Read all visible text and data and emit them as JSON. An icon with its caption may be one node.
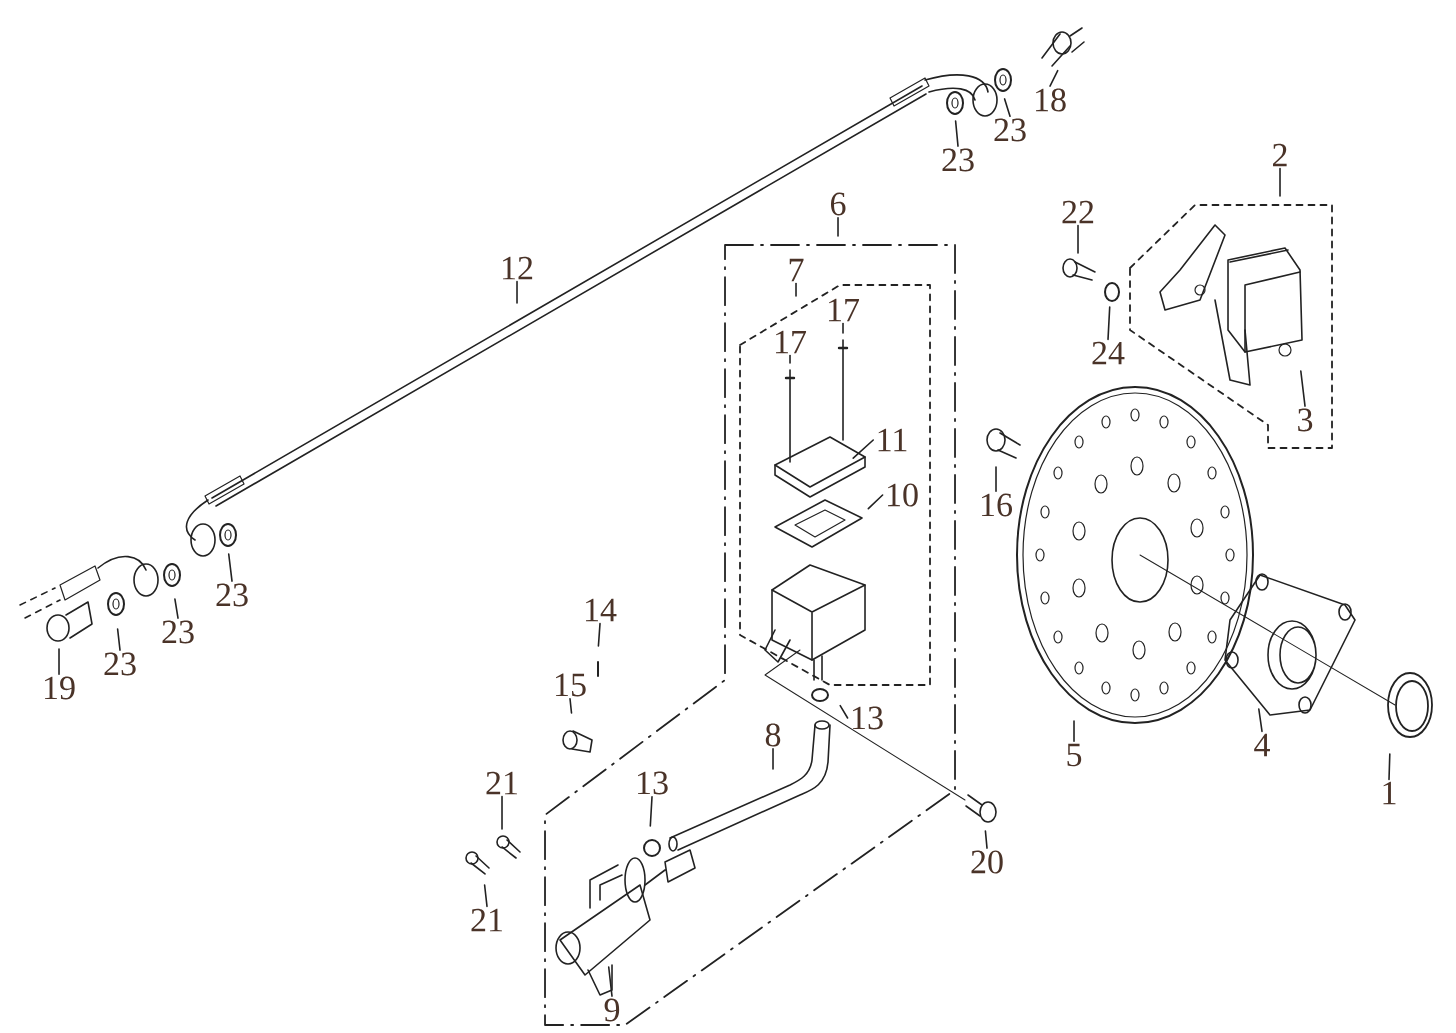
{
  "diagram": {
    "nodes": [
      {
        "text": [
          "18"
        ]
      },
      {
        "text": [
          "23"
        ]
      },
      {
        "text": [
          "23"
        ]
      },
      {
        "text": [
          "2"
        ]
      },
      {
        "text": [
          "22"
        ]
      },
      {
        "text": [
          "6"
        ]
      },
      {
        "text": [
          "7"
        ]
      },
      {
        "text": [
          "17"
        ]
      },
      {
        "text": [
          "17"
        ]
      },
      {
        "text": [
          "12"
        ]
      },
      {
        "text": [
          "24"
        ]
      },
      {
        "text": [
          "3"
        ]
      },
      {
        "text": [
          "11"
        ]
      },
      {
        "text": [
          "10"
        ]
      },
      {
        "text": [
          "16"
        ]
      },
      {
        "text": [
          "23"
        ]
      },
      {
        "text": [
          "23"
        ]
      },
      {
        "text": [
          "23"
        ]
      },
      {
        "text": [
          "19"
        ]
      },
      {
        "text": [
          "14"
        ]
      },
      {
        "text": [
          "15"
        ]
      },
      {
        "text": [
          "13"
        ]
      },
      {
        "text": [
          "8"
        ]
      },
      {
        "text": [
          "5"
        ]
      },
      {
        "text": [
          "4"
        ]
      },
      {
        "text": [
          "1"
        ]
      },
      {
        "text": [
          "13"
        ]
      },
      {
        "text": [
          "21"
        ]
      },
      {
        "text": [
          "20"
        ]
      },
      {
        "text": [
          "21"
        ]
      },
      {
        "text": [
          "9"
        ]
      }
    ],
    "edges": [
      {
        "from": 0,
        "to": null,
        "arrow": "none"
      },
      {
        "from": 1,
        "to": null,
        "arrow": "none"
      },
      {
        "from": 2,
        "to": null,
        "arrow": "none"
      },
      {
        "from": 3,
        "to": null,
        "arrow": "none"
      },
      {
        "from": 4,
        "to": null,
        "arrow": "none"
      },
      {
        "from": 5,
        "to": null,
        "arrow": "none"
      },
      {
        "from": 6,
        "to": null,
        "arrow": "none"
      },
      {
        "from": 7,
        "to": null,
        "arrow": "none"
      },
      {
        "from": 8,
        "to": null,
        "arrow": "none"
      },
      {
        "from": 9,
        "to": null,
        "arrow": "none"
      },
      {
        "from": 10,
        "to": null,
        "arrow": "none"
      },
      {
        "from": 11,
        "to": null,
        "arrow": "none"
      },
      {
        "from": 12,
        "to": null,
        "arrow": "none"
      },
      {
        "from": 13,
        "to": null,
        "arrow": "none"
      },
      {
        "from": 14,
        "to": null,
        "arrow": "none"
      },
      {
        "from": 15,
        "to": null,
        "arrow": "none"
      },
      {
        "from": 16,
        "to": null,
        "arrow": "none"
      },
      {
        "from": 17,
        "to": null,
        "arrow": "none"
      },
      {
        "from": 18,
        "to": null,
        "arrow": "none"
      },
      {
        "from": 19,
        "to": null,
        "arrow": "none"
      },
      {
        "from": 20,
        "to": null,
        "arrow": "none"
      },
      {
        "from": 21,
        "to": null,
        "arrow": "none"
      },
      {
        "from": 22,
        "to": null,
        "arrow": "none"
      },
      {
        "from": 23,
        "to": null,
        "arrow": "none"
      },
      {
        "from": 24,
        "to": null,
        "arrow": "none"
      },
      {
        "from": 25,
        "to": null,
        "arrow": "none"
      },
      {
        "from": 26,
        "to": null,
        "arrow": "none"
      },
      {
        "from": 27,
        "to": null,
        "arrow": "none"
      },
      {
        "from": 28,
        "to": null,
        "arrow": "none"
      },
      {
        "from": 29,
        "to": null,
        "arrow": "none"
      },
      {
        "from": 30,
        "to": null,
        "arrow": "none"
      }
    ]
  }
}
